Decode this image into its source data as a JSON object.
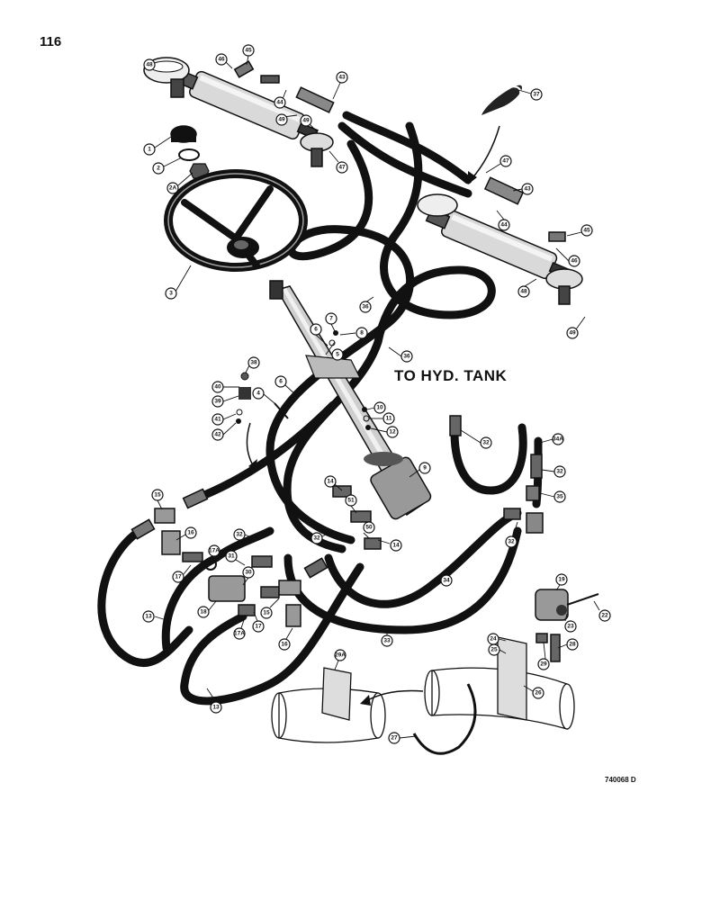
{
  "page": {
    "number": "116",
    "drawing_code": "740068 D"
  },
  "labels": {
    "tank": "TO HYD. TANK"
  },
  "callouts": {
    "c1": "1",
    "c2": "2",
    "c2a": "2A",
    "c3": "3",
    "c4": "4",
    "c5": "5",
    "c6a": "6",
    "c6b": "6",
    "c7": "7",
    "c8": "8",
    "c9": "9",
    "c10": "10",
    "c11": "11",
    "c12": "12",
    "c13a": "13",
    "c13b": "13",
    "c14a": "14",
    "c14b": "14",
    "c15a": "15",
    "c15b": "15",
    "c16a": "16",
    "c16b": "16",
    "c17a": "17",
    "c17b": "17",
    "c17aa": "17A",
    "c17ab": "17A",
    "c18": "18",
    "c19": "19",
    "c22": "22",
    "c23": "23",
    "c24": "24",
    "c25": "25",
    "c26": "26",
    "c27": "27",
    "c28": "28",
    "c29": "29",
    "c29a": "29A",
    "c30": "30",
    "c31": "31",
    "c32a": "32",
    "c32b": "32",
    "c32c": "32",
    "c32d": "32",
    "c32e": "32",
    "c33": "33",
    "c34": "34",
    "c34a": "34A",
    "c35": "35",
    "c36a": "36",
    "c36b": "36",
    "c37": "37",
    "c38": "38",
    "c39": "39",
    "c40": "40",
    "c41": "41",
    "c42": "42",
    "c43a": "43",
    "c43b": "43",
    "c44a": "44",
    "c44b": "44",
    "c45a": "45",
    "c45b": "45",
    "c46a": "46",
    "c46b": "46",
    "c47a": "47",
    "c47b": "47",
    "c48a": "48",
    "c48b": "48",
    "c49a": "49",
    "c49b": "49",
    "c49c": "49",
    "c50": "50",
    "c51": "51"
  }
}
